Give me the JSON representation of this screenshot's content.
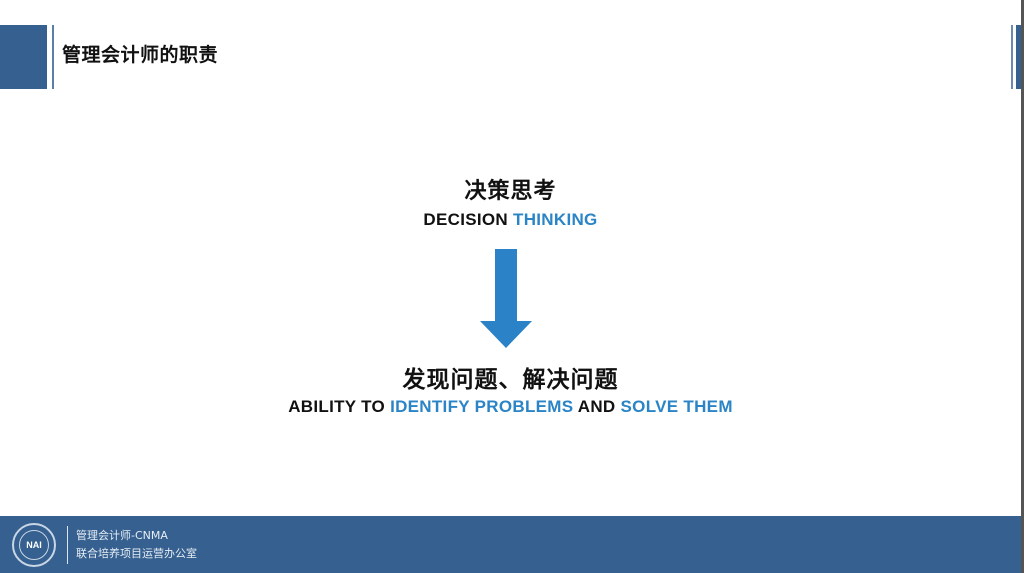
{
  "header": {
    "title": "管理会计师的职责"
  },
  "top_block": {
    "zh_title": "决策思考",
    "en_parts": [
      {
        "text": "DECISION ",
        "color": "black"
      },
      {
        "text": "THINKING",
        "color": "blue"
      }
    ]
  },
  "arrow": {
    "direction": "down",
    "color": "#2b82c7"
  },
  "bottom_block": {
    "zh_title": "发现问题、解决问题",
    "en_parts": [
      {
        "text": "ABILITY TO ",
        "color": "black"
      },
      {
        "text": "IDENTIFY PROBLEMS",
        "color": "blue"
      },
      {
        "text": " AND ",
        "color": "black"
      },
      {
        "text": "SOLVE THEM",
        "color": "blue"
      }
    ]
  },
  "footer": {
    "logo_text": "NAI",
    "line1": "管理会计师-CNMA",
    "line2": "联合培养项目运营办公室"
  },
  "colors": {
    "brand_blue": "#35608f",
    "accent_blue": "#2a84c6",
    "text_black": "#111111"
  }
}
